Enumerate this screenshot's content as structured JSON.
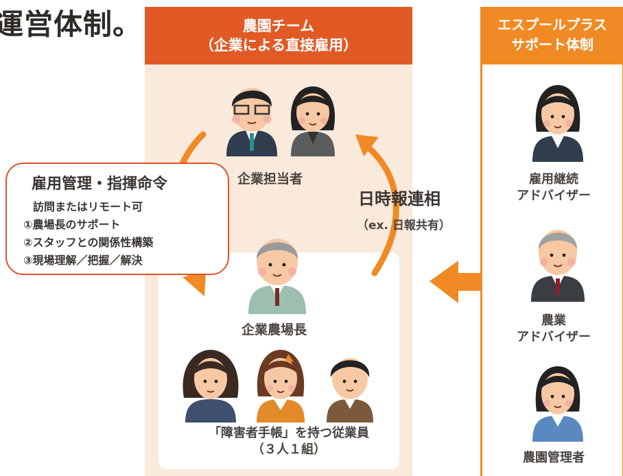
{
  "heading": "運営体制。",
  "farm_team": {
    "header_line1": "農園チーム",
    "header_line2": "（企業による直接雇用）",
    "company_staff": "企業担当者",
    "farm_manager": "企業農場長",
    "employees_line1": "「障害者手帳」を持つ従業員",
    "employees_line2": "（３人１組）"
  },
  "reporting": {
    "title": "日時報連相",
    "subtitle": "（ex. 日報共有）"
  },
  "callout": {
    "title": "雇用管理・指揮命令",
    "lines": [
      "訪問またはリモート可",
      "①農場長のサポート",
      "②スタッフとの関係性構築",
      "③現場理解／把握／解決"
    ]
  },
  "support": {
    "header_line1": "エスプールプラス",
    "header_line2": "サポート体制",
    "roles": [
      {
        "line1": "雇用継続",
        "line2": "アドバイザー"
      },
      {
        "line1": "農業",
        "line2": "アドバイザー"
      },
      {
        "line1": "農園管理者",
        "line2": ""
      }
    ]
  },
  "colors": {
    "farm_header": "#e15a26",
    "support_header": "#f08a24",
    "arrow": "#ef8a24",
    "panel_bg": "#faeadc"
  }
}
